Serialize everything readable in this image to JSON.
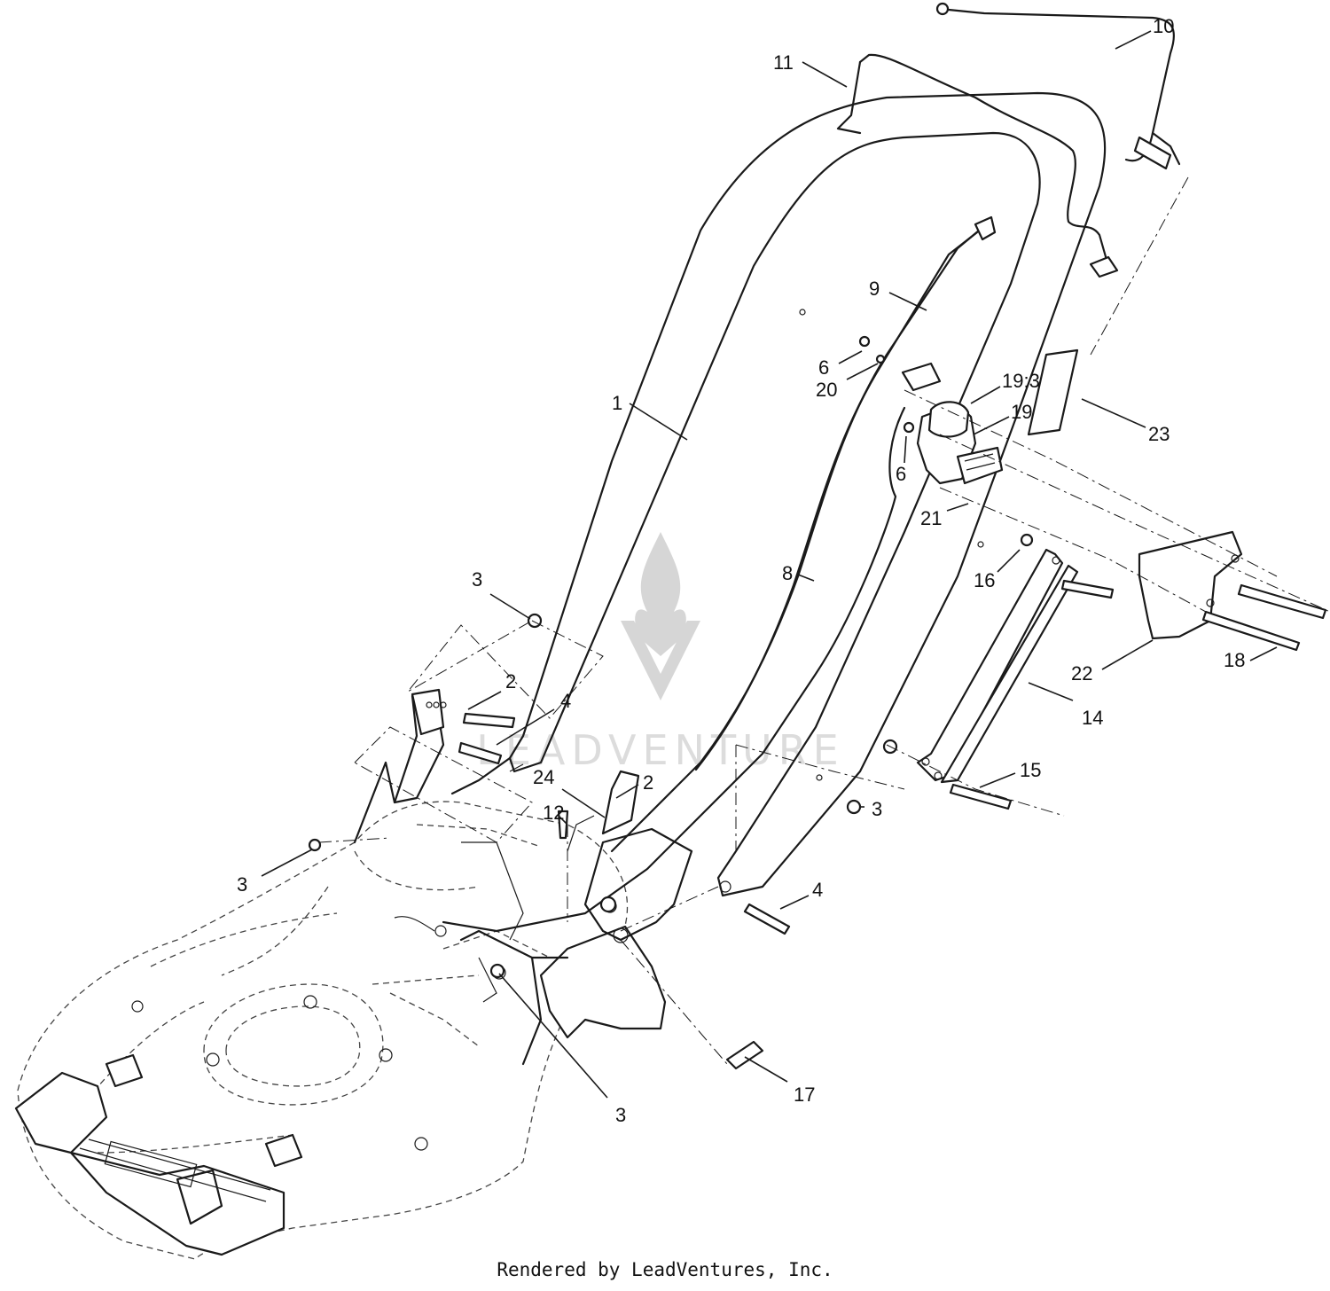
{
  "footer": "Rendered by LeadVentures, Inc.",
  "watermark": "LEADVENTURE",
  "callouts": [
    {
      "id": "c10",
      "label": "10"
    },
    {
      "id": "c11",
      "label": "11"
    },
    {
      "id": "c9",
      "label": "9"
    },
    {
      "id": "c6a",
      "label": "6"
    },
    {
      "id": "c20",
      "label": "20"
    },
    {
      "id": "c193",
      "label": "19:3"
    },
    {
      "id": "c19",
      "label": "19"
    },
    {
      "id": "c1",
      "label": "1"
    },
    {
      "id": "c6b",
      "label": "6"
    },
    {
      "id": "c23",
      "label": "23"
    },
    {
      "id": "c21",
      "label": "21"
    },
    {
      "id": "c16",
      "label": "16"
    },
    {
      "id": "c8",
      "label": "8"
    },
    {
      "id": "c3a",
      "label": "3"
    },
    {
      "id": "c2a",
      "label": "2"
    },
    {
      "id": "c4a",
      "label": "4"
    },
    {
      "id": "c22",
      "label": "22"
    },
    {
      "id": "c18",
      "label": "18"
    },
    {
      "id": "c14",
      "label": "14"
    },
    {
      "id": "c15",
      "label": "15"
    },
    {
      "id": "c24",
      "label": "24"
    },
    {
      "id": "c2b",
      "label": "2"
    },
    {
      "id": "c12",
      "label": "12"
    },
    {
      "id": "c3b",
      "label": "3"
    },
    {
      "id": "c3c",
      "label": "3"
    },
    {
      "id": "c4b",
      "label": "4"
    },
    {
      "id": "c17",
      "label": "17"
    },
    {
      "id": "c3d",
      "label": "3"
    }
  ]
}
